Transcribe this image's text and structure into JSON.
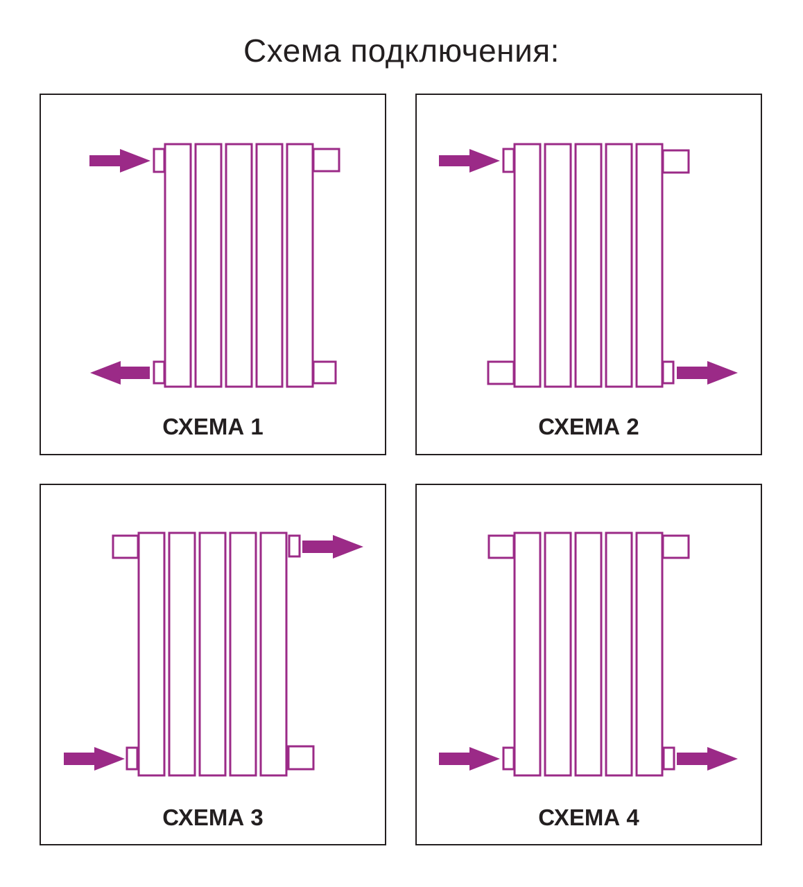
{
  "title": "Схема подключения:",
  "colors": {
    "accent": "#9b2a87",
    "frame": "#231f20",
    "text": "#231f20"
  },
  "schemes": [
    {
      "label": "СХЕМА 1"
    },
    {
      "label": "СХЕМА 2"
    },
    {
      "label": "СХЕМА 3"
    },
    {
      "label": "СХЕМА 4"
    }
  ]
}
